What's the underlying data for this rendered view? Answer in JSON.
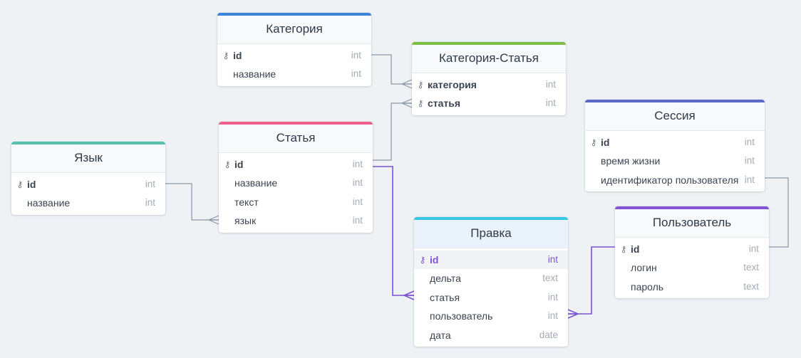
{
  "colors": {
    "background": "#eef2f5",
    "link_default": "#8a95a5",
    "link_highlight": "#7b52d3"
  },
  "tables": [
    {
      "name": "Категория",
      "slug": "kategoriya",
      "color": "#3c85d8",
      "fields": [
        {
          "name": "id",
          "type": "int",
          "pk": true
        },
        {
          "name": "название",
          "type": "int",
          "pk": false
        }
      ]
    },
    {
      "name": "Категория-Статья",
      "slug": "kategoriya-statya",
      "color": "#7cc042",
      "fields": [
        {
          "name": "категория",
          "type": "int",
          "pk": true
        },
        {
          "name": "статья",
          "type": "int",
          "pk": true
        }
      ]
    },
    {
      "name": "Сессия",
      "slug": "sessiya",
      "color": "#5b6ac7",
      "fields": [
        {
          "name": "id",
          "type": "int",
          "pk": true
        },
        {
          "name": "время жизни",
          "type": "int",
          "pk": false
        },
        {
          "name": "идентификатор пользователя",
          "type": "int",
          "pk": false
        }
      ]
    },
    {
      "name": "Язык",
      "slug": "yazyk",
      "color": "#56c1ab",
      "fields": [
        {
          "name": "id",
          "type": "int",
          "pk": true
        },
        {
          "name": "название",
          "type": "int",
          "pk": false
        }
      ]
    },
    {
      "name": "Статья",
      "slug": "statya",
      "color": "#ef5f8c",
      "fields": [
        {
          "name": "id",
          "type": "int",
          "pk": true
        },
        {
          "name": "название",
          "type": "int",
          "pk": false
        },
        {
          "name": "текст",
          "type": "int",
          "pk": false
        },
        {
          "name": "язык",
          "type": "int",
          "pk": false
        }
      ]
    },
    {
      "name": "Правка",
      "slug": "pravka",
      "color": "#36c6e6",
      "selected": true,
      "fields": [
        {
          "name": "id",
          "type": "int",
          "pk": true,
          "active": true
        },
        {
          "name": "дельта",
          "type": "text",
          "pk": false
        },
        {
          "name": "статья",
          "type": "int",
          "pk": false
        },
        {
          "name": "пользователь",
          "type": "int",
          "pk": false
        },
        {
          "name": "дата",
          "type": "date",
          "pk": false
        }
      ]
    },
    {
      "name": "Пользователь",
      "slug": "polzovatel",
      "color": "#8254d6",
      "fields": [
        {
          "name": "id",
          "type": "int",
          "pk": true
        },
        {
          "name": "логин",
          "type": "text",
          "pk": false
        },
        {
          "name": "пароль",
          "type": "text",
          "pk": false
        }
      ]
    }
  ],
  "relationships": [
    {
      "from": "Категория.id",
      "to": "Категория-Статья.категория",
      "cardinality": "one-to-many",
      "highlighted": false
    },
    {
      "from": "Статья.id",
      "to": "Категория-Статья.статья",
      "cardinality": "one-to-many",
      "highlighted": false
    },
    {
      "from": "Язык.id",
      "to": "Статья.язык",
      "cardinality": "one-to-many",
      "highlighted": false
    },
    {
      "from": "Сессия.идентификатор пользователя",
      "to": "Пользователь.id",
      "cardinality": "one-to-one",
      "highlighted": false
    },
    {
      "from": "Статья.id",
      "to": "Правка.статья",
      "cardinality": "one-to-many",
      "highlighted": true
    },
    {
      "from": "Пользователь.id",
      "to": "Правка.пользователь",
      "cardinality": "one-to-many",
      "highlighted": true
    }
  ]
}
